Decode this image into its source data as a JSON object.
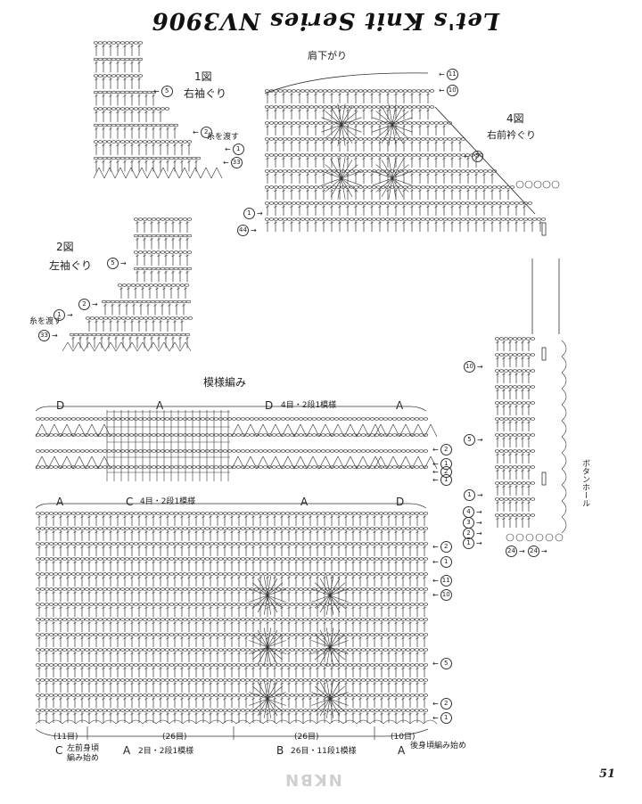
{
  "header": {
    "series_title": "Let's Knit Series NV3906",
    "page_number": "51",
    "watermark": "NKBN"
  },
  "figures": {
    "fig1": {
      "number": "1図",
      "label": "右袖ぐり",
      "note": "糸を渡す",
      "markers": [
        "5",
        "2",
        "1",
        "33"
      ]
    },
    "fig2": {
      "number": "2図",
      "label": "左袖ぐり",
      "note": "糸を渡す",
      "markers": [
        "5",
        "2",
        "1",
        "33"
      ]
    },
    "fig3": {
      "title": "肩下がり",
      "markers": [
        "11",
        "10",
        "5",
        "1",
        "44"
      ]
    },
    "fig4": {
      "number": "4図",
      "label": "右前衿ぐり",
      "buttonhole": "ボタンホール",
      "markers": [
        "10",
        "5",
        "1",
        "4",
        "3",
        "2",
        "1",
        "24",
        "24"
      ]
    }
  },
  "pattern": {
    "title": "模様編み",
    "top_sections": [
      "D",
      "A",
      "D",
      "A"
    ],
    "top_repeat_note": "4目・2段1模様",
    "bottom_sections": [
      "A",
      "C",
      "A",
      "D"
    ],
    "bottom_repeat_note": "4目・2段1模様",
    "top_right_markers": [
      "2",
      "1",
      "2",
      "1"
    ],
    "bottom_right_markers": [
      "2",
      "1",
      "11",
      "10",
      "5",
      "2",
      "1"
    ],
    "stitch_counts": [
      "(11目)",
      "(26目)",
      "(26目)",
      "(10目)"
    ],
    "footer": [
      {
        "letter": "C",
        "text": "左前身頃\n編み始め"
      },
      {
        "letter": "A",
        "text": "2目・2段1模様"
      },
      {
        "letter": "B",
        "text": "26目・11段1模様"
      },
      {
        "letter": "A",
        "text": "後身頃編み始め"
      }
    ]
  }
}
